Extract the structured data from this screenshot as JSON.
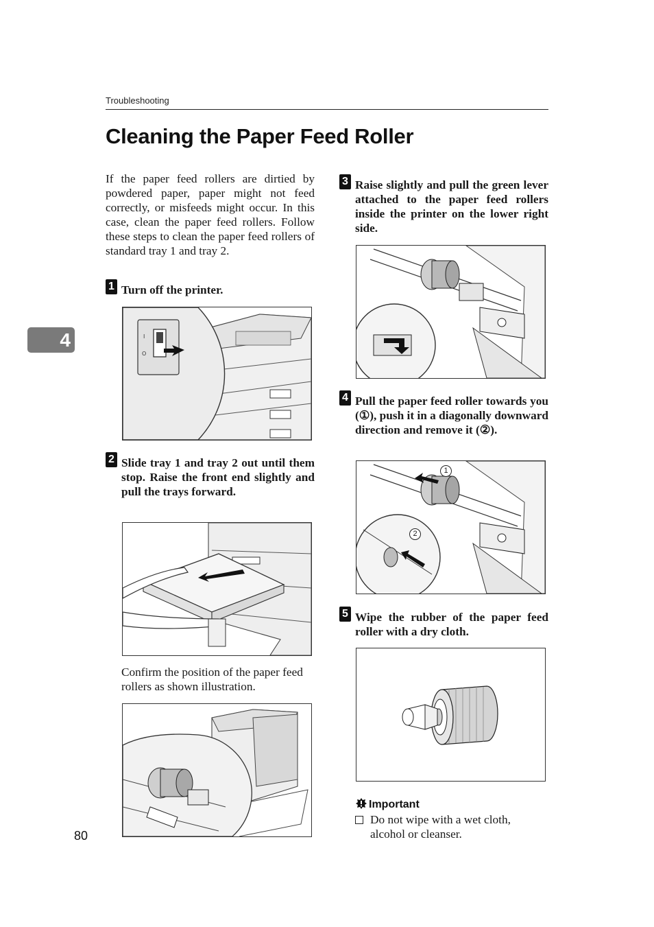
{
  "header": {
    "running_head": "Troubleshooting"
  },
  "title": "Cleaning the Paper Feed Roller",
  "chapter_tab": "4",
  "intro": "If the paper feed rollers are dirtied by powdered paper, paper might not feed correctly, or misfeeds might occur. In this case, clean the paper feed rollers. Follow these steps to clean the paper feed rollers of standard tray 1 and tray 2.",
  "steps": [
    {
      "number": "1",
      "text": "Turn off the printer."
    },
    {
      "number": "2",
      "text": "Slide tray 1 and tray 2 out until them stop. Raise the front end slightly and pull the trays forward."
    },
    {
      "number": "3",
      "text": "Raise slightly and pull the green lever attached to the paper feed rollers inside the printer on the lower right side."
    },
    {
      "number": "4",
      "text": "Pull the paper feed roller towards you (①), push it in a diagonally downward direction and remove it (②)."
    },
    {
      "number": "5",
      "text": "Wipe the rubber of the paper feed roller with a dry cloth."
    }
  ],
  "step2_note": "Confirm the position of the paper feed rollers as shown illustration.",
  "figure_callouts": {
    "one": "1",
    "two": "2"
  },
  "important": {
    "label": "Important",
    "items": [
      "Do not wipe with a wet cloth, alcohol or cleanser."
    ]
  },
  "page_number": "80"
}
